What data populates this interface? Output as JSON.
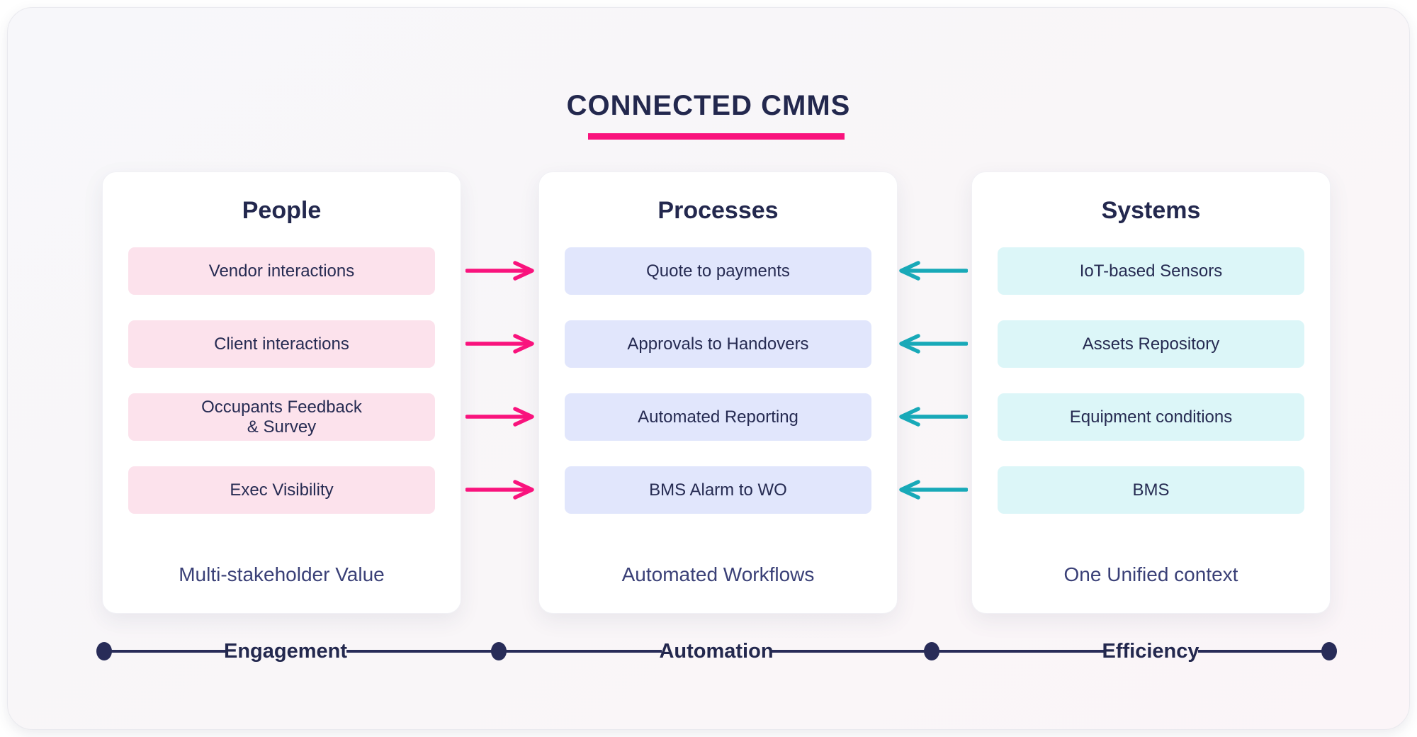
{
  "title": {
    "text": "CONNECTED CMMS"
  },
  "columns": [
    {
      "heading": "People",
      "items": [
        "Vendor interactions",
        "Client interactions",
        "Occupants Feedback\n& Survey",
        "Exec Visibility"
      ],
      "footer": "Multi-stakeholder Value",
      "item_bg": "#FCE2EC"
    },
    {
      "heading": "Processes",
      "items": [
        "Quote to payments",
        "Approvals to Handovers",
        "Automated Reporting",
        "BMS Alarm to WO"
      ],
      "footer": "Automated Workflows",
      "item_bg": "#E1E6FC"
    },
    {
      "heading": "Systems",
      "items": [
        "IoT-based Sensors",
        "Assets Repository",
        "Equipment conditions",
        "BMS"
      ],
      "footer": "One Unified context",
      "item_bg": "#DCF6F8"
    }
  ],
  "arrows": {
    "people_to_processes": {
      "direction": "right",
      "color": "#F9137D",
      "count": 4
    },
    "systems_to_processes": {
      "direction": "left",
      "color": "#18A9B8",
      "count": 4
    }
  },
  "timeline": {
    "labels": [
      "Engagement",
      "Automation",
      "Efficiency"
    ],
    "dot_count": 4,
    "color": "#282C58"
  },
  "colors": {
    "accent_pink": "#F9137D",
    "accent_teal": "#18A9B8",
    "heading_navy": "#23284E",
    "footer_indigo": "#3A4077"
  }
}
